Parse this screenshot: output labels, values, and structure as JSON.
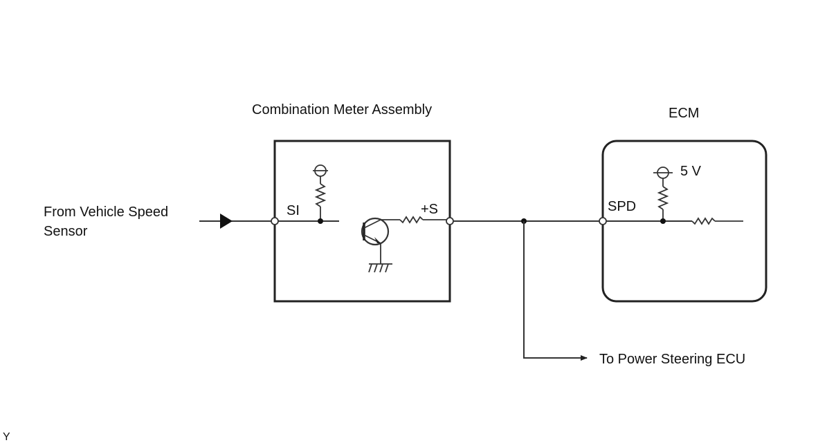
{
  "diagram": {
    "meter_title": "Combination Meter Assembly",
    "ecm_title": "ECM",
    "input_label_line1": "From Vehicle Speed",
    "input_label_line2": "Sensor",
    "pin_si": "SI",
    "pin_plus_s": "+S",
    "pin_spd": "SPD",
    "supply_voltage": "5 V",
    "output_label": "To Power Steering ECU",
    "corner_mark": "Y"
  }
}
